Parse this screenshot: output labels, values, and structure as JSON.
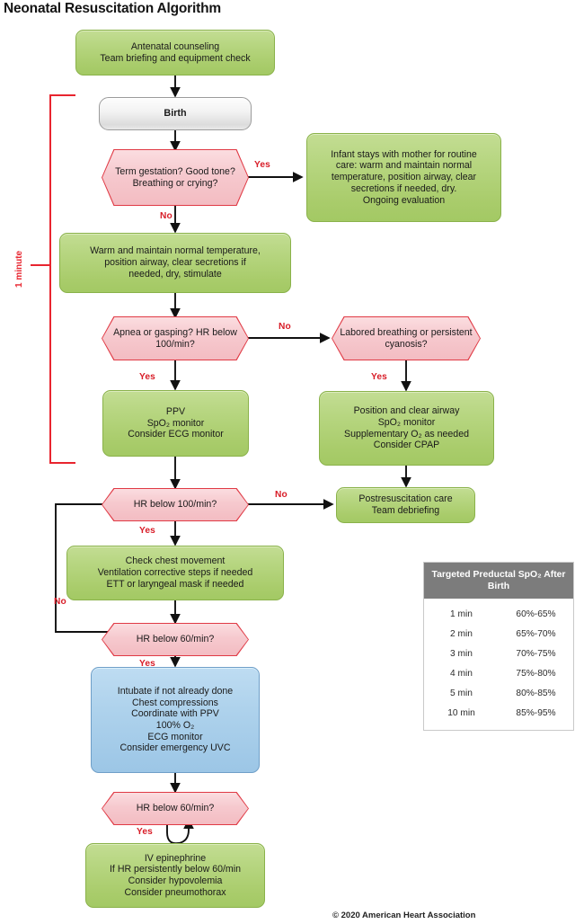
{
  "title": "Neonatal Resuscitation Algorithm",
  "copyright": "© 2020 American Heart Association",
  "timing": {
    "bracket_label": "1 minute"
  },
  "colors": {
    "green": "#b0d176",
    "pink": "#f6c9ce",
    "pink_border": "#e03a45",
    "blue": "#aed2ec",
    "grey": "#e9e9e9",
    "red_text": "#d81d28",
    "table_header": "#7c7c7c"
  },
  "nodes": {
    "antenatal": {
      "lines": [
        "Antenatal counseling",
        "Team briefing and equipment check"
      ]
    },
    "birth": {
      "lines": [
        "Birth"
      ]
    },
    "term_gestation": {
      "lines": [
        "Term gestation?",
        "Good tone?",
        "Breathing or crying?"
      ]
    },
    "routine_care": {
      "lines": [
        "Infant stays with mother for routine",
        "care: warm and maintain normal",
        "temperature, position airway, clear",
        "secretions if needed, dry.",
        "Ongoing evaluation"
      ]
    },
    "warm_maintain": {
      "lines": [
        "Warm and maintain normal temperature,",
        "position airway, clear secretions if",
        "needed, dry, stimulate"
      ]
    },
    "apnea": {
      "lines": [
        "Apnea or gasping?",
        "HR below 100/min?"
      ]
    },
    "labored": {
      "lines": [
        "Labored breathing or",
        "persistent cyanosis?"
      ]
    },
    "ppv": {
      "lines": [
        "PPV",
        "SpO₂ monitor",
        "Consider ECG monitor"
      ]
    },
    "position_clear": {
      "lines": [
        "Position and clear airway",
        "SpO₂ monitor",
        "Supplementary O₂ as needed",
        "Consider CPAP"
      ]
    },
    "hr100": {
      "lines": [
        "HR below 100/min?"
      ]
    },
    "postresus": {
      "lines": [
        "Postresuscitation care",
        "Team debriefing"
      ]
    },
    "check_chest": {
      "lines": [
        "Check chest movement",
        "Ventilation corrective steps if needed",
        "ETT or laryngeal mask if needed"
      ]
    },
    "hr60_a": {
      "lines": [
        "HR below 60/min?"
      ]
    },
    "intubate": {
      "lines": [
        "Intubate if not already done",
        "Chest compressions",
        "Coordinate with PPV",
        "100% O₂",
        "ECG monitor",
        "Consider emergency UVC"
      ]
    },
    "hr60_b": {
      "lines": [
        "HR below 60/min?"
      ]
    },
    "epinephrine": {
      "lines": [
        "IV epinephrine",
        "If HR persistently below 60/min",
        "Consider hypovolemia",
        "Consider pneumothorax"
      ]
    }
  },
  "branch_labels": {
    "term_yes": "Yes",
    "term_no": "No",
    "apnea_no": "No",
    "apnea_yes": "Yes",
    "labored_yes": "Yes",
    "hr100_no": "No",
    "hr100_yes": "Yes",
    "hr60a_no": "No",
    "hr60a_yes": "Yes",
    "hr60b_yes": "Yes"
  },
  "spo2_table": {
    "header_lines": [
      "Targeted Preductal SpO₂",
      "After Birth"
    ],
    "rows": [
      {
        "time": "1 min",
        "range": "60%-65%"
      },
      {
        "time": "2 min",
        "range": "65%-70%"
      },
      {
        "time": "3 min",
        "range": "70%-75%"
      },
      {
        "time": "4 min",
        "range": "75%-80%"
      },
      {
        "time": "5 min",
        "range": "80%-85%"
      },
      {
        "time": "10 min",
        "range": "85%-95%"
      }
    ]
  }
}
